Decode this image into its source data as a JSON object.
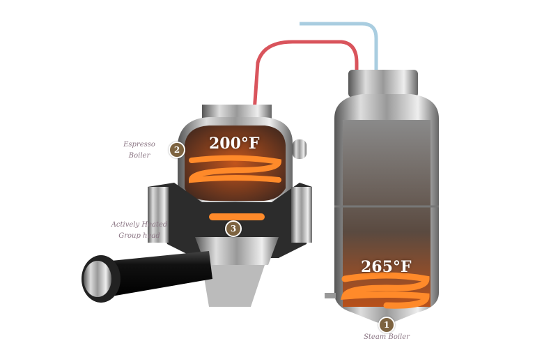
{
  "labels": {
    "espresso_boiler": [
      "Espresso",
      "Boiler"
    ],
    "group_head": [
      "Actively Heated",
      "Group head"
    ],
    "steam_boiler": "Steam Boiler"
  },
  "badges": {
    "steam": "1",
    "espresso": "2",
    "group": "3"
  },
  "temperatures": {
    "espresso": "200°F",
    "steam": "265°F"
  },
  "colors": {
    "badge": "#7d6340",
    "heater": "#ff8a2a",
    "hot_pipe": "#d9545c",
    "cold_pipe": "#a9cde0",
    "label": "#8a7583"
  }
}
